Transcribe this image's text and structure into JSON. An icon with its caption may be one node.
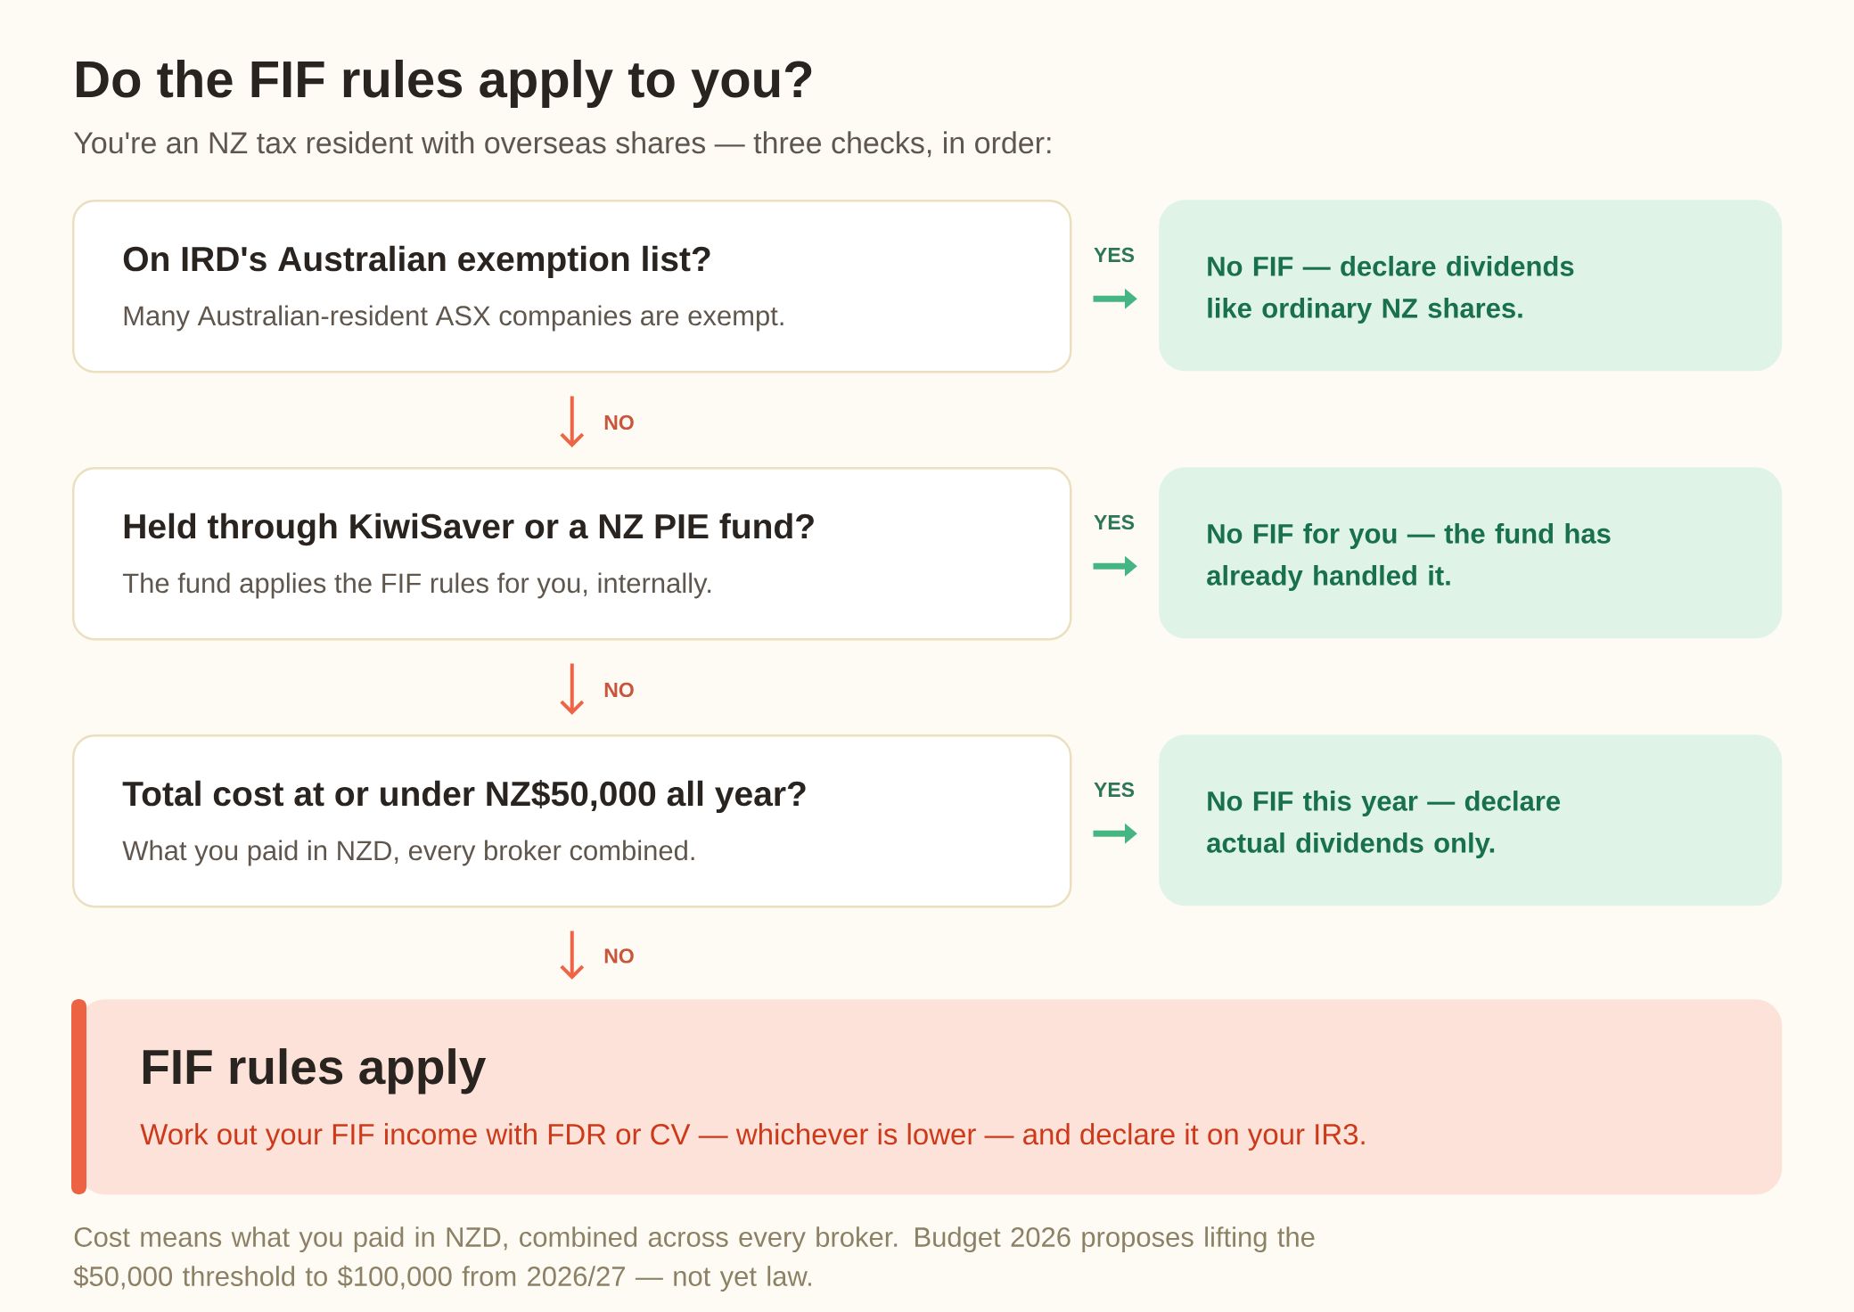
{
  "diagram": {
    "title": "Do the FIF rules apply to you?",
    "nodes": [
      {
        "text": [
          "On IRD's Australian exemption list?",
          "Many Australian-resident ASX companies are exempt."
        ]
      },
      {
        "text": [
          "No FIF — declare dividends like ordinary NZ shares."
        ]
      },
      {
        "text": [
          "Held through KiwiSaver or a NZ PIE fund?",
          "The fund applies the FIF rules for you, internally."
        ]
      },
      {
        "text": [
          "No FIF for you — the fund has already handled it."
        ]
      },
      {
        "text": [
          "Total cost at or under NZ$50,000 all year?",
          "What you paid in NZD, every broker combined."
        ]
      },
      {
        "text": [
          "No FIF this year — declare actual dividends only."
        ]
      },
      {
        "text": [
          "FIF rules apply",
          "Work out your FIF income with FDR or CV — whichever is lower — and declare it on your IR3."
        ]
      }
    ],
    "edges": [
      {
        "from": 0,
        "to": 1,
        "arrow": "to",
        "label": "YES",
        "color": "#45b584"
      },
      {
        "from": 0,
        "to": 2,
        "arrow": "to",
        "label": "NO",
        "color": "#ee6446"
      },
      {
        "from": 2,
        "to": 3,
        "arrow": "to",
        "label": "YES",
        "color": "#45b584"
      },
      {
        "from": 2,
        "to": 4,
        "arrow": "to",
        "label": "NO",
        "color": "#ee6446"
      },
      {
        "from": 4,
        "to": 5,
        "arrow": "to",
        "label": "YES",
        "color": "#45b584"
      },
      {
        "from": 4,
        "to": 6,
        "arrow": "to",
        "label": "NO",
        "color": "#ee6446"
      }
    ],
    "labels": [
      "You're an NZ tax resident with overseas shares — three checks, in order:",
      "Cost means what you paid in NZD, combined across every broker. Budget 2026 proposes lifting the $50,000 threshold to $100,000 from 2026/27 — not yet law."
    ]
  }
}
